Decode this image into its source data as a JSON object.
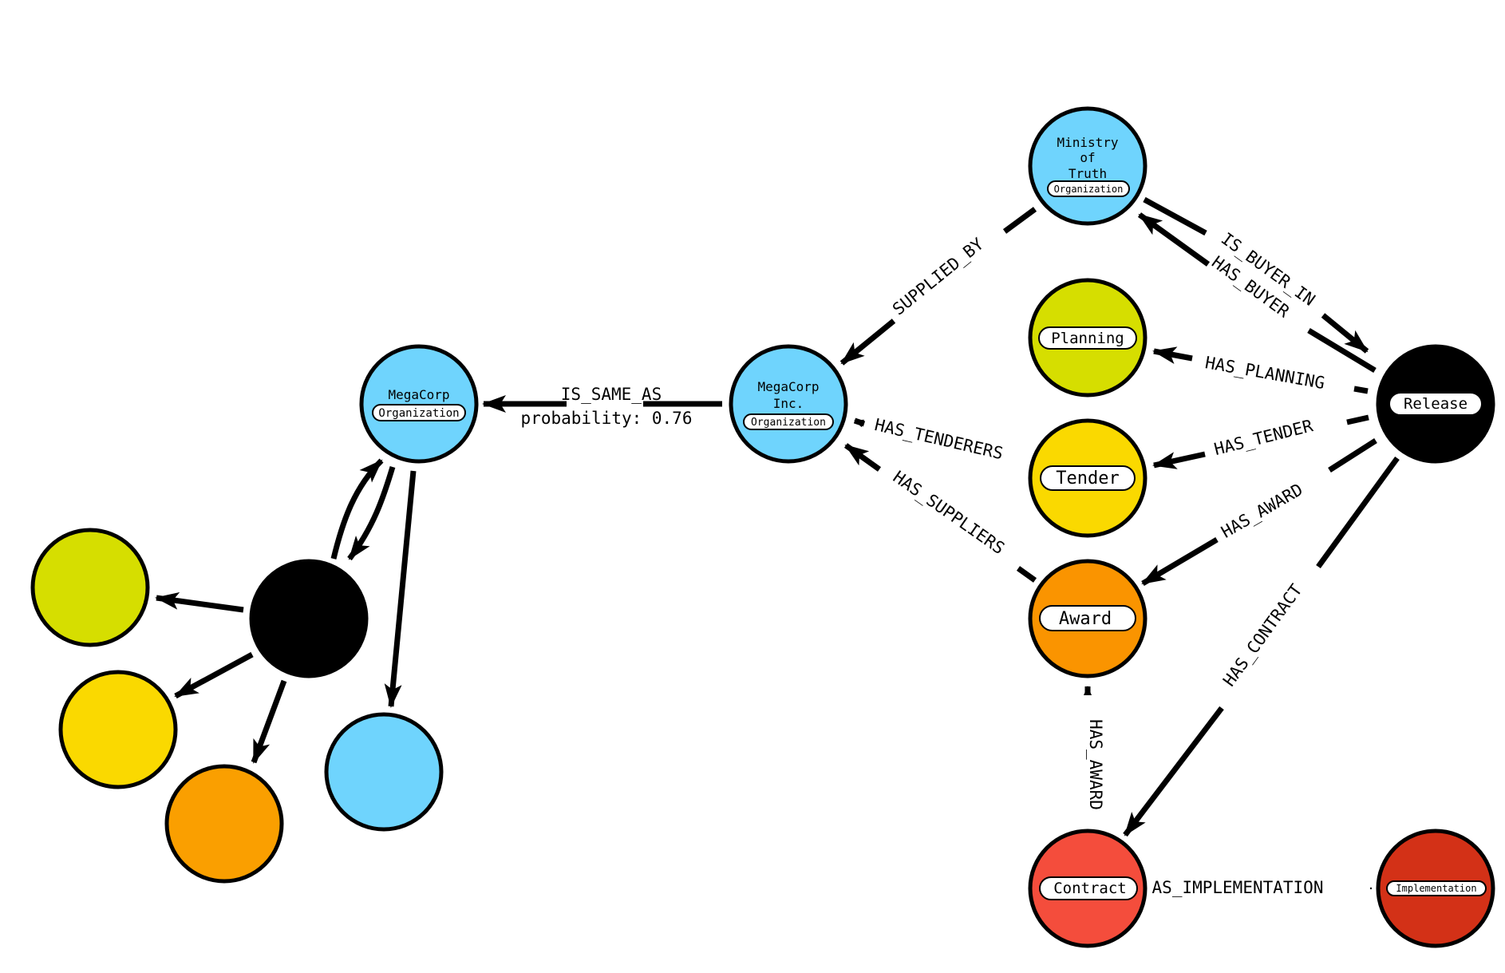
{
  "nodes": {
    "ministry": {
      "name_lines": [
        "Ministry",
        "of",
        "Truth"
      ],
      "label": "Organization",
      "color": "#6fd4fd"
    },
    "megacorp_inc": {
      "name_lines": [
        "MegaCorp",
        "Inc."
      ],
      "label": "Organization",
      "color": "#6fd4fd"
    },
    "megacorp": {
      "name_lines": [
        "MegaCorp"
      ],
      "label": "Organization",
      "color": "#6fd4fd"
    },
    "planning": {
      "label": "Planning",
      "color": "#d6de00"
    },
    "tender": {
      "label": "Tender",
      "color": "#fad900"
    },
    "award": {
      "label": "Award",
      "color": "#fa9400"
    },
    "release": {
      "label": "Release",
      "color": "#000000"
    },
    "contract": {
      "label": "Contract",
      "color": "#f44d3c"
    },
    "implementation": {
      "label": "Implementation",
      "color": "#d33117"
    },
    "cluster_center": {
      "color": "#000000"
    },
    "cluster_yellowgreen": {
      "color": "#d6de00"
    },
    "cluster_yellow": {
      "color": "#fad900"
    },
    "cluster_orange": {
      "color": "#fa9f00"
    },
    "cluster_blue": {
      "color": "#6fd4fd"
    }
  },
  "edges": {
    "is_same_as": "IS_SAME_AS",
    "is_same_as_probability": "probability: 0.76",
    "supplied_by": "SUPPLIED_BY",
    "is_buyer_in": "IS_BUYER_IN",
    "has_buyer": "HAS_BUYER",
    "has_planning": "HAS_PLANNING",
    "has_tenderers": "HAS_TENDERERS",
    "has_tender": "HAS_TENDER",
    "has_suppliers": "HAS_SUPPLIERS",
    "has_award_release": "HAS_AWARD",
    "has_award_contract": "HAS_AWARD",
    "has_contract": "HAS_CONTRACT",
    "has_implementation": "AS_IMPLEMENTATION"
  }
}
